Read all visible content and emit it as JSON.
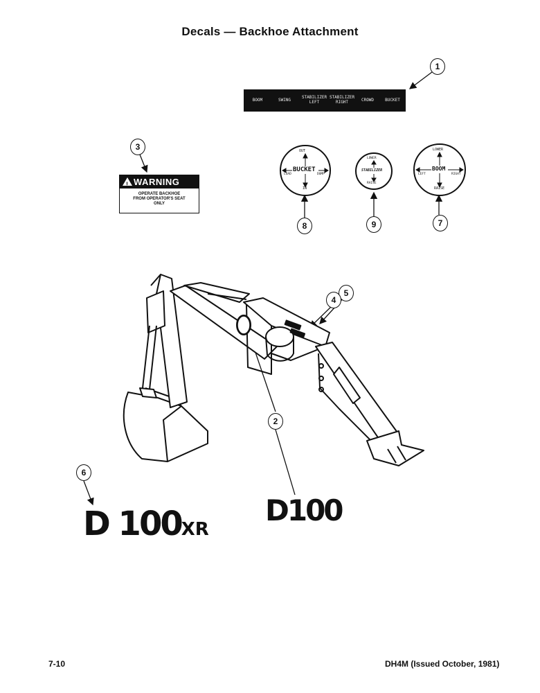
{
  "title": "Decals — Backhoe Attachment",
  "callouts": {
    "c1": "1",
    "c2": "2",
    "c3": "3",
    "c4": "4",
    "c5": "5",
    "c6": "6",
    "c7": "7",
    "c8": "8",
    "c9": "9"
  },
  "control_strip": {
    "labels": [
      {
        "key": "boom",
        "text": "BOOM"
      },
      {
        "key": "swing",
        "text": "SWING"
      },
      {
        "key": "stab_left",
        "text": "STABILIZER\nLEFT"
      },
      {
        "key": "stab_right",
        "text": "STABILIZER\nRIGHT"
      },
      {
        "key": "crowd",
        "text": "CROWD"
      },
      {
        "key": "bucket",
        "text": "BUCKET"
      }
    ]
  },
  "warning": {
    "header": "WARNING",
    "line1": "OPERATE BACKHOE",
    "line2": "FROM OPERATOR'S SEAT",
    "line3": "ONLY"
  },
  "gauges": {
    "bucket": {
      "top": "OUT",
      "center": "BUCKET",
      "left": "LOAD",
      "right": "DUMP",
      "bottom": "IN"
    },
    "stabilizer": {
      "top": "LOWER",
      "center": "STABILIZER",
      "bottom": "RAISE"
    },
    "boom": {
      "top": "LOWER",
      "center": "BOOM",
      "left": "LEFT",
      "right": "RIGHT",
      "bottom": "RAISE"
    }
  },
  "models": {
    "xr_main": "D 100",
    "xr_suffix": "XR",
    "d100": "D100"
  },
  "footer": {
    "left": "7-10",
    "right": "DH4M (Issued October, 1981)"
  }
}
